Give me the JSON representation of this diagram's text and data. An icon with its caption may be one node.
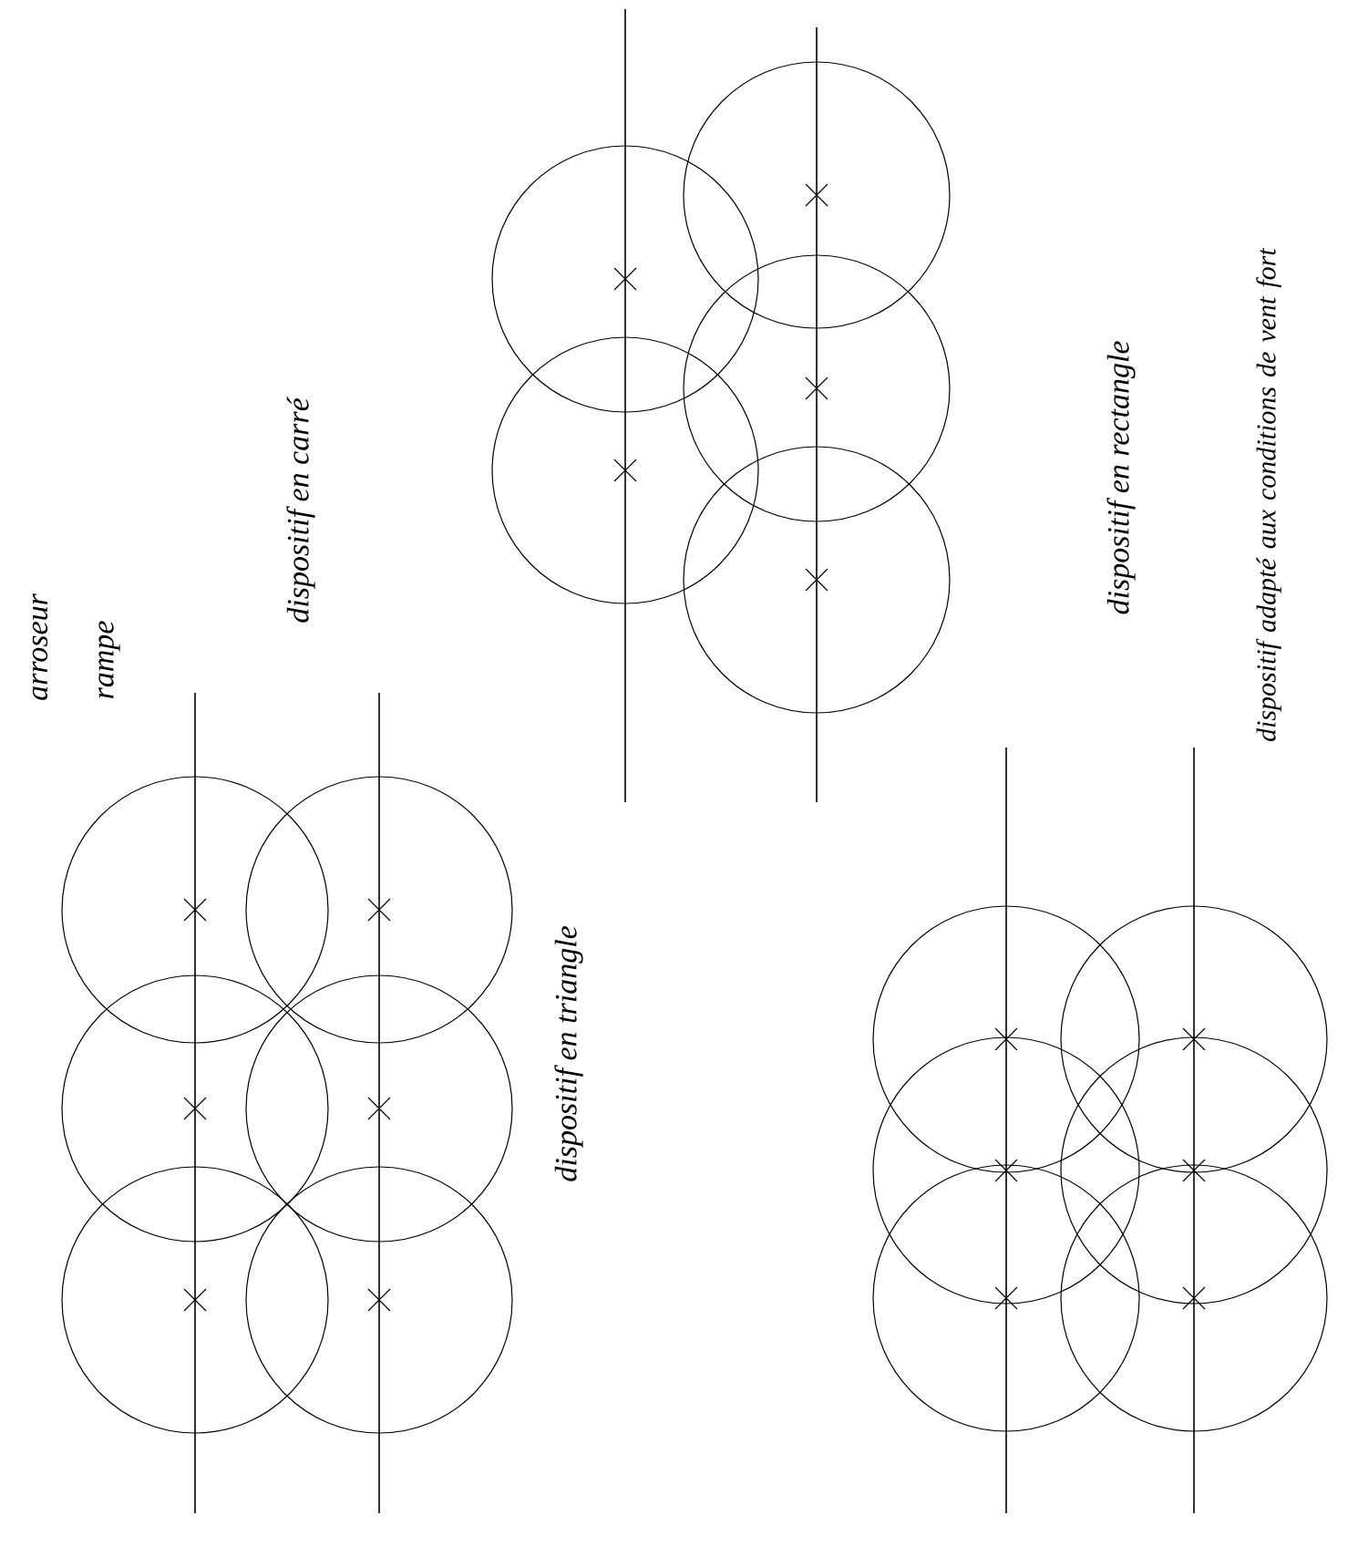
{
  "diagram": {
    "labels": [
      "arroseur",
      "rampe",
      "dispositif en carré",
      "dispositif en triangle",
      "dispositif en rectangle",
      "dispositif adapté aux conditions de vent fort"
    ]
  }
}
